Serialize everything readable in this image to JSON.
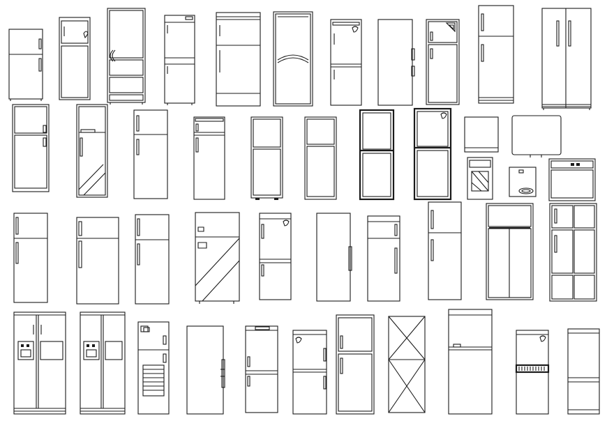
{
  "sheet": {
    "background": "#ffffff",
    "line_color": "#1a1a1a"
  },
  "diagram": {
    "rows": [
      [
        "top-freezer",
        "top-freezer-logo",
        "french-door-handle",
        "two-door-bottom-freezer",
        "two-door",
        "curved-door",
        "bottom-freezer-logo",
        "single-door-side-handle",
        "top-freezer-logo",
        "top-freezer-tall",
        "side-by-side"
      ],
      [
        "top-freezer",
        "single-door-diagonal",
        "top-freezer",
        "top-freezer",
        "top-freezer-short",
        "top-freezer",
        "bottom-freezer-thick",
        "top-freezer-logo-thick",
        "mini-fridge",
        "mini-fridge-wide",
        "appliance-set"
      ],
      [
        "top-freezer",
        "top-freezer",
        "top-freezer",
        "single-door-diagonal-logo",
        "bottom-freezer-logo",
        "single-door-side-handle",
        "top-freezer",
        "top-freezer",
        "french-door",
        "multi-door"
      ],
      [
        "side-by-side-dispenser",
        "side-by-side-dispenser",
        "freezer-drawer",
        "single-door-side-handle",
        "bottom-freezer",
        "bottom-freezer-logo",
        "two-door",
        "crossed-box",
        "two-door-mid-handle",
        "bottom-drawer-grille",
        "two-door-slim"
      ]
    ]
  }
}
